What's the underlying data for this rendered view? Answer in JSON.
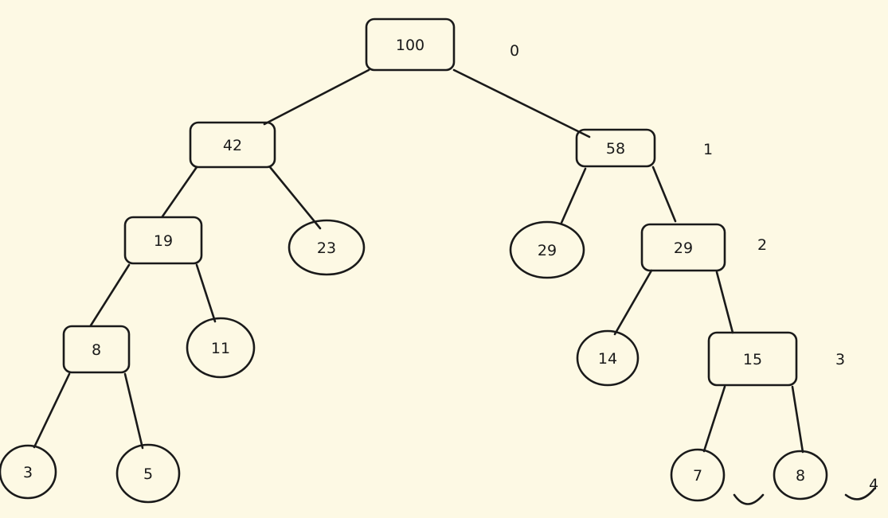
{
  "tree": {
    "nodes": [
      {
        "id": "n100",
        "value": "100",
        "shape": "rect"
      },
      {
        "id": "n42",
        "value": "42",
        "shape": "rect"
      },
      {
        "id": "n58",
        "value": "58",
        "shape": "rect"
      },
      {
        "id": "n19",
        "value": "19",
        "shape": "rect"
      },
      {
        "id": "n23",
        "value": "23",
        "shape": "circle"
      },
      {
        "id": "n29a",
        "value": "29",
        "shape": "circle"
      },
      {
        "id": "n29b",
        "value": "29",
        "shape": "rect"
      },
      {
        "id": "n8a",
        "value": "8",
        "shape": "rect"
      },
      {
        "id": "n11",
        "value": "11",
        "shape": "circle"
      },
      {
        "id": "n14",
        "value": "14",
        "shape": "circle"
      },
      {
        "id": "n15",
        "value": "15",
        "shape": "rect"
      },
      {
        "id": "n3",
        "value": "3",
        "shape": "circle"
      },
      {
        "id": "n5",
        "value": "5",
        "shape": "circle"
      },
      {
        "id": "n7",
        "value": "7",
        "shape": "circle"
      },
      {
        "id": "n8b",
        "value": "8",
        "shape": "circle"
      }
    ],
    "edges": [
      [
        "n100",
        "n42"
      ],
      [
        "n100",
        "n58"
      ],
      [
        "n42",
        "n19"
      ],
      [
        "n42",
        "n23"
      ],
      [
        "n58",
        "n29a"
      ],
      [
        "n58",
        "n29b"
      ],
      [
        "n19",
        "n8a"
      ],
      [
        "n19",
        "n11"
      ],
      [
        "n29b",
        "n14"
      ],
      [
        "n29b",
        "n15"
      ],
      [
        "n8a",
        "n3"
      ],
      [
        "n8a",
        "n5"
      ],
      [
        "n15",
        "n7"
      ],
      [
        "n15",
        "n8b"
      ]
    ]
  },
  "levels": [
    "0",
    "1",
    "2",
    "3",
    "4"
  ]
}
